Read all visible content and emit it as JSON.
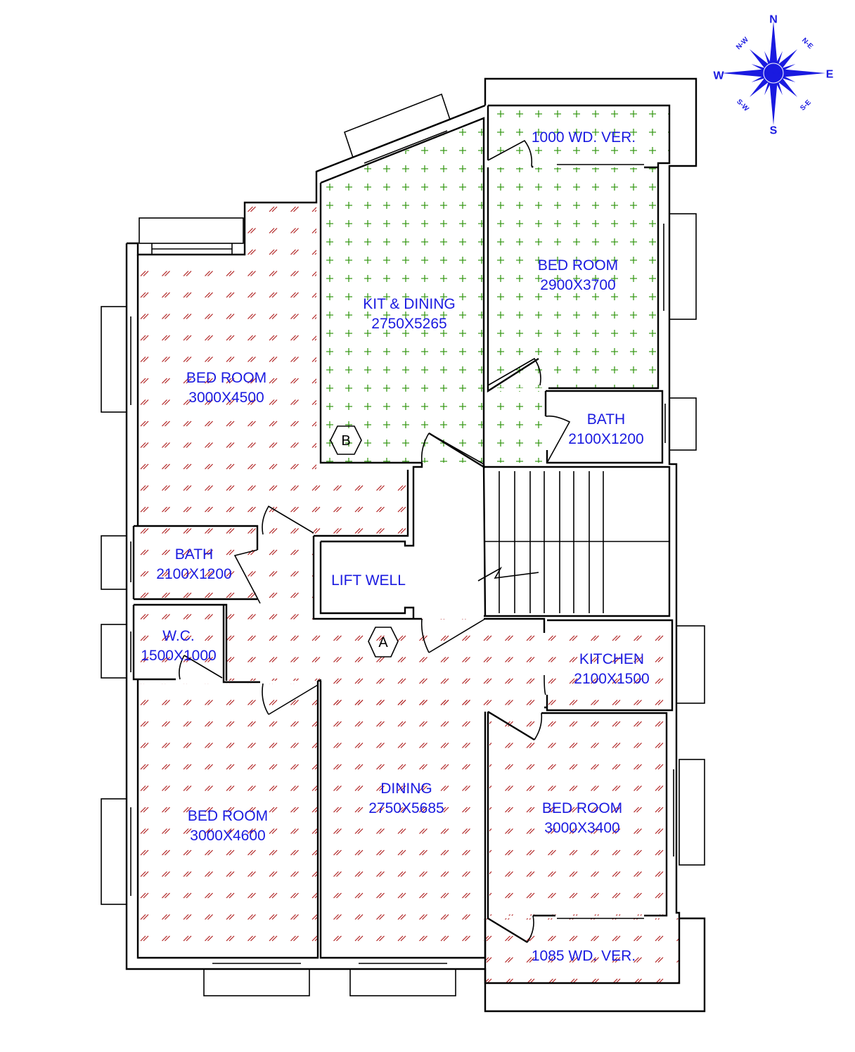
{
  "rooms": {
    "bed_room_nw": {
      "name": "BED ROOM",
      "size": "3000X4500"
    },
    "kit_dining": {
      "name": "KIT & DINING",
      "size": "2750X5265"
    },
    "bed_room_ne": {
      "name": "BED ROOM",
      "size": "2900X3700"
    },
    "verandah_north": {
      "name": "1000 WD. VER."
    },
    "bath_east": {
      "name": "BATH",
      "size": "2100X1200"
    },
    "bath_west": {
      "name": "BATH",
      "size": "2100X1200"
    },
    "lift_well": {
      "name": "LIFT WELL"
    },
    "wc": {
      "name": "W.C.",
      "size": "1500X1000"
    },
    "kitchen": {
      "name": "KITCHEN",
      "size": "2100X1500"
    },
    "bed_room_sw": {
      "name": "BED ROOM",
      "size": "3000X4600"
    },
    "dining": {
      "name": "DINING",
      "size": "2750X5685"
    },
    "bed_room_se": {
      "name": "BED ROOM",
      "size": "3000X3400"
    },
    "verandah_south": {
      "name": "1085 WD. VER."
    }
  },
  "markers": {
    "a": "A",
    "b": "B"
  },
  "compass": {
    "n": "N",
    "s": "S",
    "e": "E",
    "w": "W",
    "ne": "N-E",
    "nw": "N-W",
    "se": "S-E",
    "sw": "S-W"
  },
  "colors": {
    "label": "#1a1ae0",
    "hatch_diagonal": "#b02020",
    "hatch_cross": "#3a9a1a",
    "wall": "#000000"
  }
}
